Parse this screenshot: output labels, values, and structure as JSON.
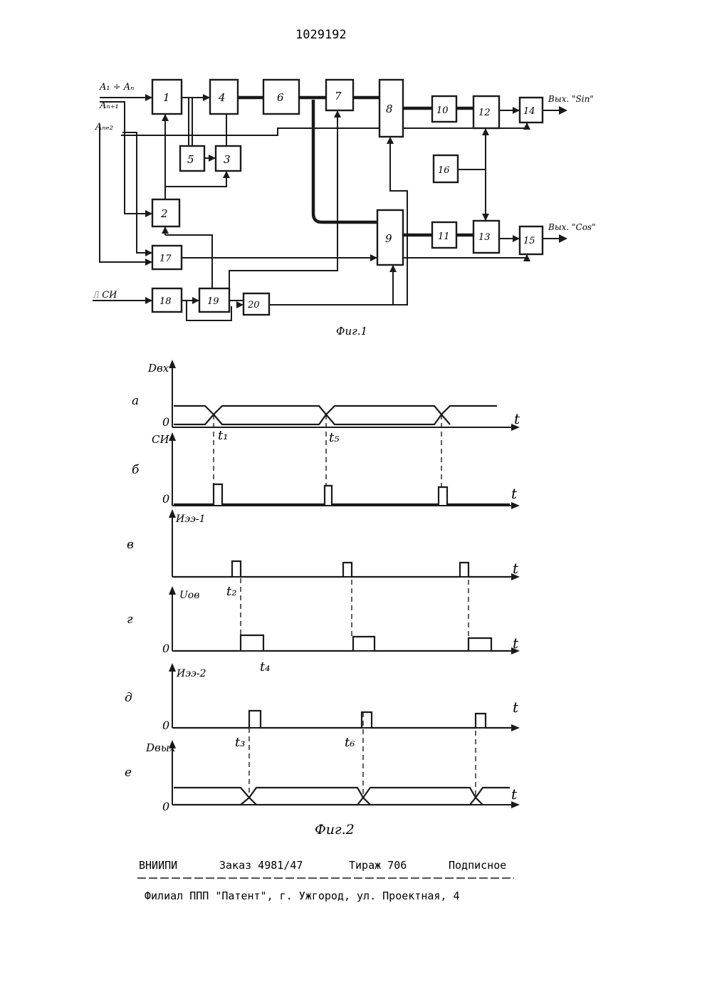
{
  "patent_number": "1029192",
  "fig1": {
    "caption": "Фиг.1",
    "inputs": {
      "a1_an": "A₁ ÷ Aₙ",
      "an1": "Aₙ₊₁",
      "aneg": "Aₙₑ₂",
      "si": "⎍ СИ"
    },
    "outputs": {
      "sin": "Вых. \"Sin\"",
      "cos": "Вых. \"Cos\""
    },
    "blocks": [
      "1",
      "2",
      "3",
      "4",
      "5",
      "6",
      "7",
      "8",
      "9",
      "10",
      "11",
      "12",
      "13",
      "14",
      "15",
      "16",
      "17",
      "18",
      "19",
      "20"
    ]
  },
  "fig2": {
    "caption": "Фиг.2",
    "t_label": "t",
    "zero": "0",
    "rows": [
      {
        "letter": "а",
        "signal": "Dвх"
      },
      {
        "letter": "б",
        "signal": "СИ"
      },
      {
        "letter": "в",
        "signal": "Иээ-1"
      },
      {
        "letter": "г",
        "signal": "Uов"
      },
      {
        "letter": "д",
        "signal": "Иээ-2"
      },
      {
        "letter": "е",
        "signal": "Dвых"
      }
    ],
    "time_marks": [
      "t₁",
      "t₅",
      "t₂",
      "t₄",
      "t₃",
      "t₆"
    ]
  },
  "footer": {
    "org": "ВНИИПИ",
    "order": "Заказ 4981/47",
    "copies": "Тираж 706",
    "subscription": "Подписное",
    "address": "Филиал ППП \"Патент\", г. Ужгород, ул. Проектная, 4"
  }
}
